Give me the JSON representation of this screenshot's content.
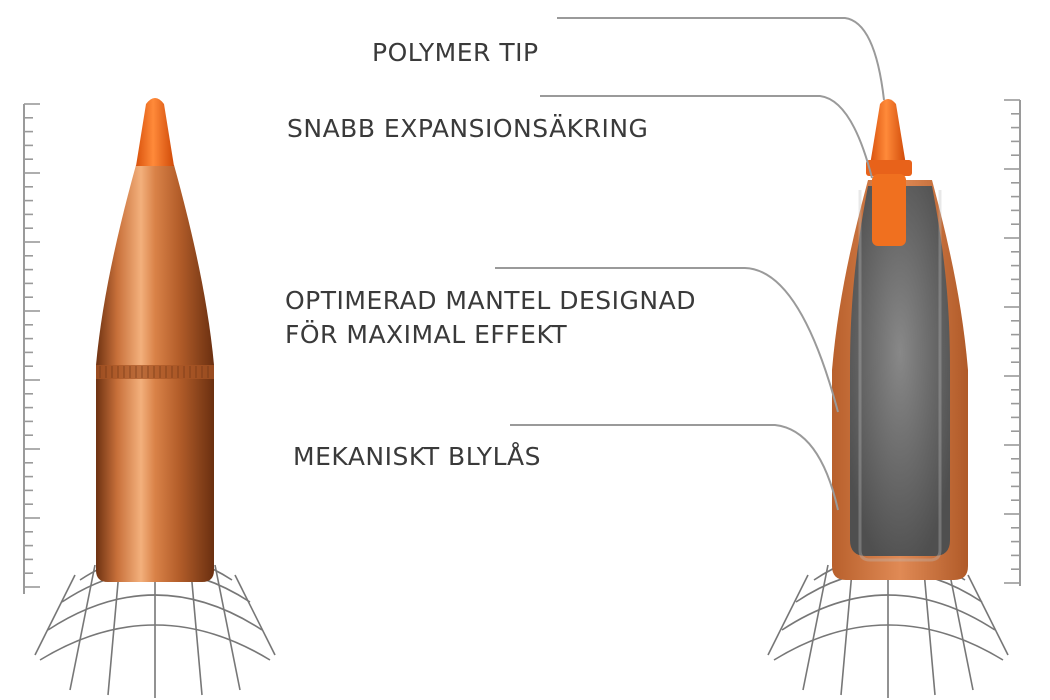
{
  "labels": {
    "polymer_tip": "POLYMER TIP",
    "snabb": "SNABB EXPANSIONSÄKRING",
    "mantel_line1": "OPTIMERAD MANTEL DESIGNAD",
    "mantel_line2": "FÖR MAXIMAL EFFEKT",
    "blylas": "MEKANISKT BLYLÅS"
  },
  "colors": {
    "tip": "#f26a1b",
    "copper_light": "#f0a070",
    "copper_mid": "#c8703a",
    "copper_dark": "#7a3a16",
    "lead_core": "#6b6b6b",
    "leader_line": "#9a9a9a",
    "scale_tick": "#9a9a9a",
    "grid": "#777777",
    "text": "#3a3a3a"
  }
}
